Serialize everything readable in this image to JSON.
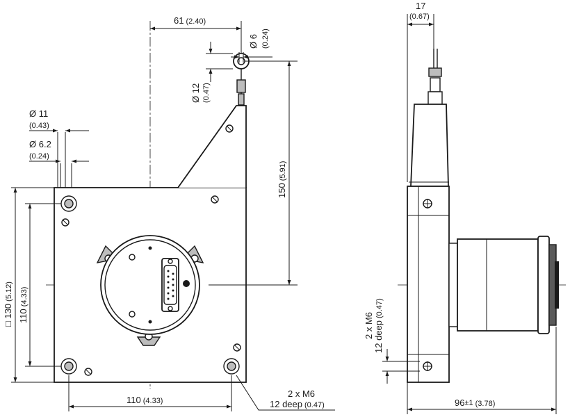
{
  "dims": {
    "d_61": "61",
    "d_61_in": "(2.40)",
    "d_6": "Ø 6",
    "d_6_in": "(0.24)",
    "d_12": "Ø 12",
    "d_12_in": "(0.47)",
    "d_11": "Ø 11",
    "d_11_in": "(0.43)",
    "d_62": "Ø 6.2",
    "d_62_in": "(0.24)",
    "d_150": "150",
    "d_150_in": "(5.91)",
    "d_130": "□ 130",
    "d_130_in": "(5.12)",
    "d_110v": "110",
    "d_110v_in": "(4.33)",
    "d_110h": "110",
    "d_110h_in": "(4.33)",
    "note1": "2 x M6",
    "note2": "12 deep",
    "note2_in": "(0.47)",
    "d_17": "17",
    "d_17_in": "(0.67)",
    "side_m6": "2 x M6",
    "side_deep": "12 deep",
    "side_deep_in": "(0.47)",
    "d_96": "96",
    "d_96_tol": "±1",
    "d_96_in": "(3.78)"
  }
}
